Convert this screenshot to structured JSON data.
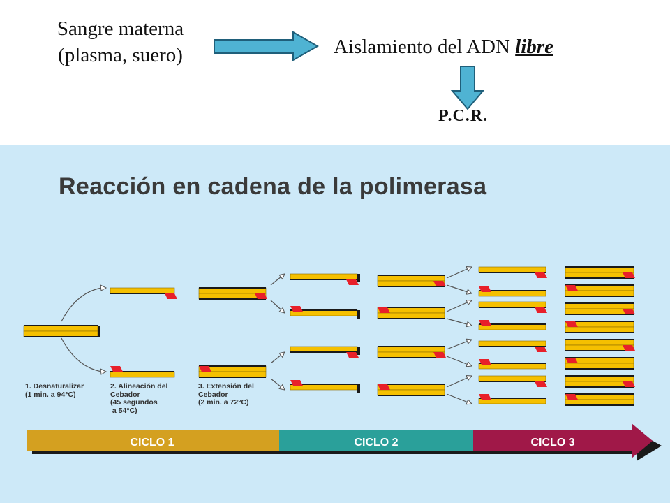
{
  "flow": {
    "source_line1": "Sangre materna",
    "source_line2": "(plasma, suero)",
    "isolation_prefix": "Aislamiento del ADN ",
    "isolation_emph": "libre",
    "pcr": "P.C.R."
  },
  "panel": {
    "title": "Reacción en cadena de la polimerasa",
    "steps": [
      "1. Desnaturalizar\n(1 min. a 94°C)",
      "2. Alineación del\nCebador\n(45 segundos\n a 54°C)",
      "3. Extensión del\nCebador\n(2 min. a 72°C)"
    ],
    "cycles": [
      "CICLO 1",
      "CICLO 2",
      "CICLO 3"
    ]
  },
  "colors": {
    "arrow_fill": "#4fb3d3",
    "arrow_stroke": "#1f5f7a",
    "panel_bg": "#cde9f8",
    "strand": "#f5c000",
    "primer": "#e8202a",
    "cycle1": "#d4a020",
    "cycle2": "#2aa09a",
    "cycle3": "#a01848"
  },
  "icons": [
    "right-arrow-icon",
    "down-arrow-icon"
  ]
}
